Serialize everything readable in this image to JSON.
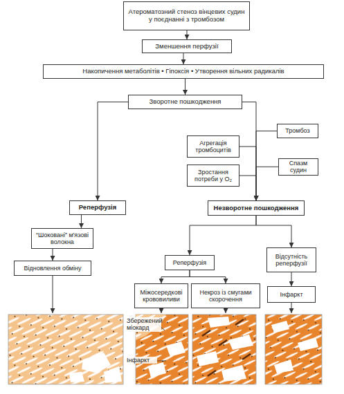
{
  "diagram": {
    "nodes": [
      {
        "text": [
          "Атероматозний стеноз вінцевих судин у поєднанні з тромбозом"
        ]
      },
      {
        "text": [
          "Зменшення перфузії"
        ]
      },
      {
        "text": [
          "Накопичення метаболітів • Гіпоксія • Утворення вільних радикалів"
        ]
      },
      {
        "text": [
          "Зворотне пошкодження"
        ]
      },
      {
        "text": [
          "Тромбоз"
        ]
      },
      {
        "text": [
          "Агрегація тромбоцитів"
        ]
      },
      {
        "text": [
          "Спазм судин"
        ]
      },
      {
        "text": [
          "Зростання потреби у O₂"
        ]
      },
      {
        "text": [
          "Реперфузія"
        ]
      },
      {
        "text": [
          "Незворотне пошкодження"
        ]
      },
      {
        "text": [
          "“Шоковані” м'язові волокна"
        ]
      },
      {
        "text": [
          "Відновлення обміну"
        ]
      },
      {
        "text": [
          "Реперфузія"
        ]
      },
      {
        "text": [
          "Відсутність реперфузії"
        ]
      },
      {
        "text": [
          "Міжосередкові крововиливи"
        ]
      },
      {
        "text": [
          "Некроз із смугами скорочення"
        ]
      },
      {
        "text": [
          "Інфаркт"
        ]
      }
    ],
    "edges": [
      {
        "from": 0,
        "to": 1,
        "arrow": "to"
      },
      {
        "from": 1,
        "to": 2,
        "arrow": "to"
      },
      {
        "from": 2,
        "to": 3,
        "arrow": "to"
      },
      {
        "from": 3,
        "to": 8,
        "arrow": "to"
      },
      {
        "from": 3,
        "to": 9,
        "arrow": "to"
      },
      {
        "from": 4,
        "to": 9,
        "arrow": "to"
      },
      {
        "from": 5,
        "to": 9,
        "arrow": "to"
      },
      {
        "from": 6,
        "to": 9,
        "arrow": "to"
      },
      {
        "from": 7,
        "to": 9,
        "arrow": "to"
      },
      {
        "from": 8,
        "to": 10,
        "arrow": "to"
      },
      {
        "from": 10,
        "to": 11,
        "arrow": "to"
      },
      {
        "from": 9,
        "to": 12,
        "arrow": "to"
      },
      {
        "from": 9,
        "to": 13,
        "arrow": "to"
      },
      {
        "from": 12,
        "to": 14,
        "arrow": "to"
      },
      {
        "from": 12,
        "to": 15,
        "arrow": "to"
      },
      {
        "from": 13,
        "to": 16,
        "arrow": "to"
      }
    ],
    "labels": [
      "Збережений міокард",
      "Інфаркт"
    ]
  }
}
